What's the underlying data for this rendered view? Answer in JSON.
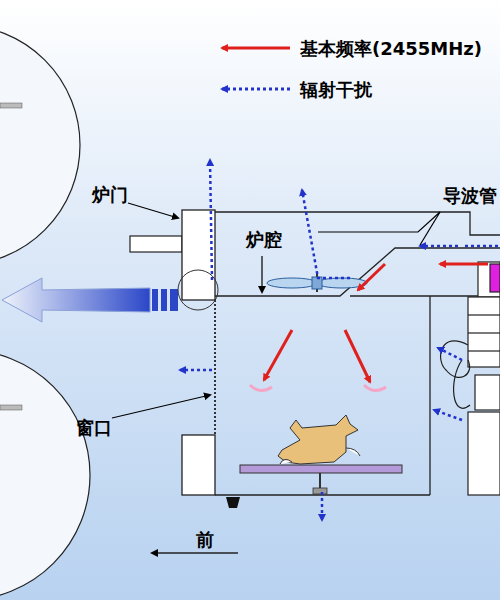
{
  "diagram": {
    "labels": [
      "炉门",
      "炉腔",
      "导波管",
      "窗口",
      "前"
    ],
    "legend": [
      {
        "text": "基本频率(2455MHz)"
      },
      {
        "text": "辐射干扰"
      }
    ]
  }
}
